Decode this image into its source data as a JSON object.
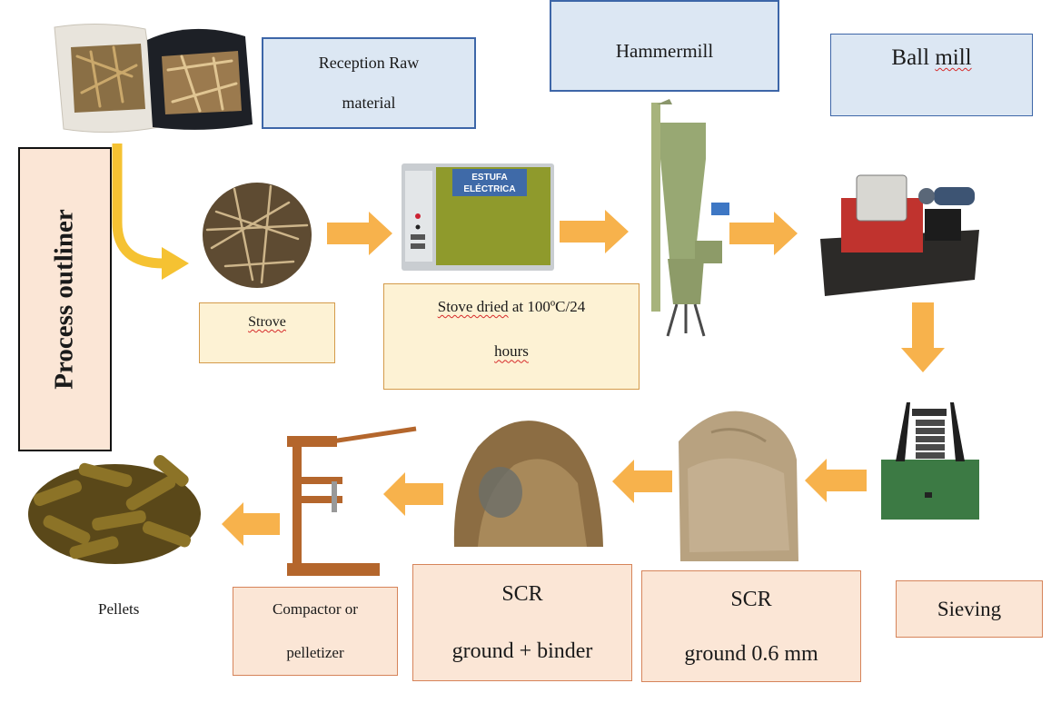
{
  "labels": {
    "reception_l1": "Reception Raw",
    "reception_l2": "material",
    "hammermill": "Hammermill",
    "ball_mill_1": "Ball",
    "ball_mill_2": "mill",
    "process_outliner": "Process outliner",
    "strove": "Strove",
    "stove_l1_a": "Stove dried",
    "stove_l1_b": " at 100ºC/24",
    "stove_l2": "hours",
    "sieving": "Sieving",
    "scr_06_l1": "SCR",
    "scr_06_l2": "ground 0.6 mm",
    "scr_binder_l1": "SCR",
    "scr_binder_l2": "ground + binder",
    "compactor_l1": "Compactor or",
    "compactor_l2": "pelletizer",
    "pellets": "Pellets",
    "oven_brand_1": "ESTUFA",
    "oven_brand_2": "ELÉCTRICA"
  },
  "colors": {
    "blue_fill": "#dce7f3",
    "blue_border": "#3d66a8",
    "peach_fill": "#fbe6d6",
    "peach_border": "#d6845a",
    "cream_fill": "#fdf2d4",
    "cream_border": "#d49a4a",
    "arrow_orange": "#f7b24c",
    "arrow_yellow": "#f5c232",
    "oven_green": "#8f9a2c",
    "machine_green": "#98a873",
    "sawdust": "#b5a07e"
  }
}
